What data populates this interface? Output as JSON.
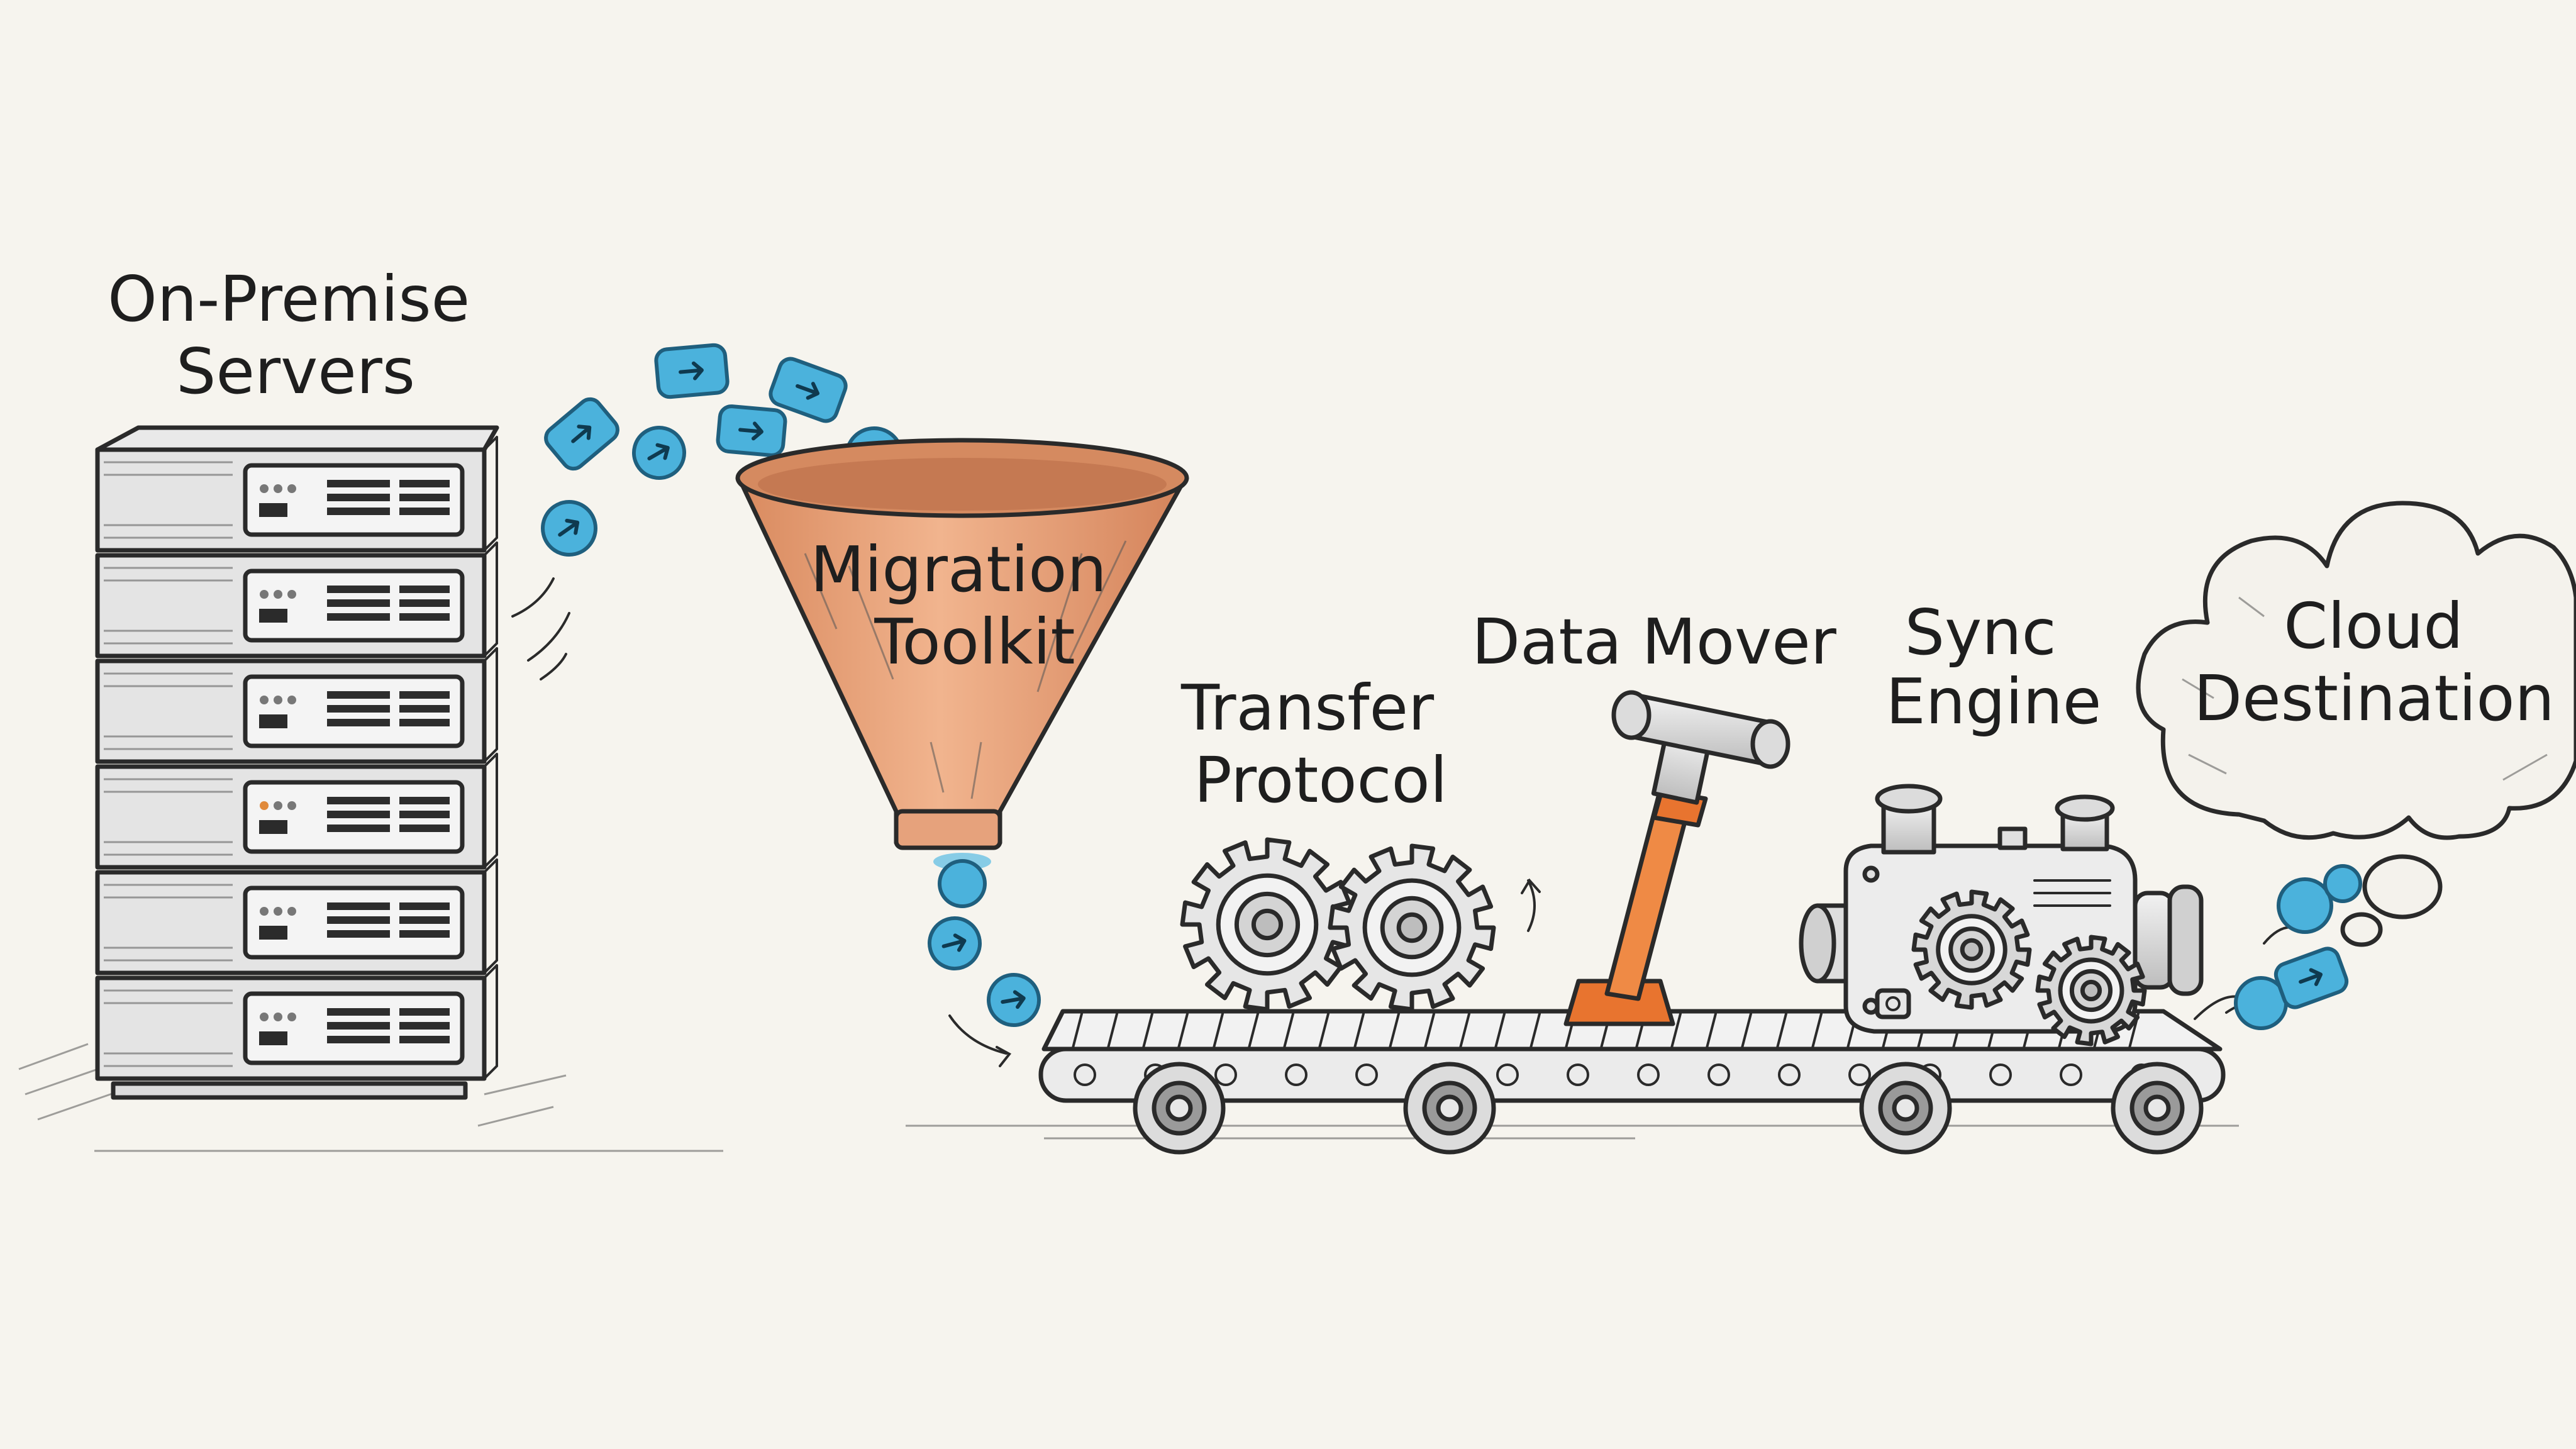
{
  "labels": {
    "servers": [
      "On-Premise",
      "Servers"
    ],
    "toolkit": [
      "Migration",
      "Toolkit"
    ],
    "protocol": [
      "Transfer",
      "Protocol"
    ],
    "mover": [
      "Data Mover"
    ],
    "sync": [
      "Sync",
      "Engine"
    ],
    "cloud": [
      "Cloud",
      "Destination"
    ]
  },
  "colors": {
    "packet": "#4bb2dc",
    "funnel": "#e9a47b",
    "hammer": "#e8742f",
    "ink": "#2a2a2a",
    "background": "#f6f4ee"
  },
  "icons": [
    "server-rack-icon",
    "funnel-icon",
    "gear-icon",
    "hammer-icon",
    "engine-icon",
    "cloud-icon",
    "conveyor-icon",
    "data-packet-icon"
  ]
}
